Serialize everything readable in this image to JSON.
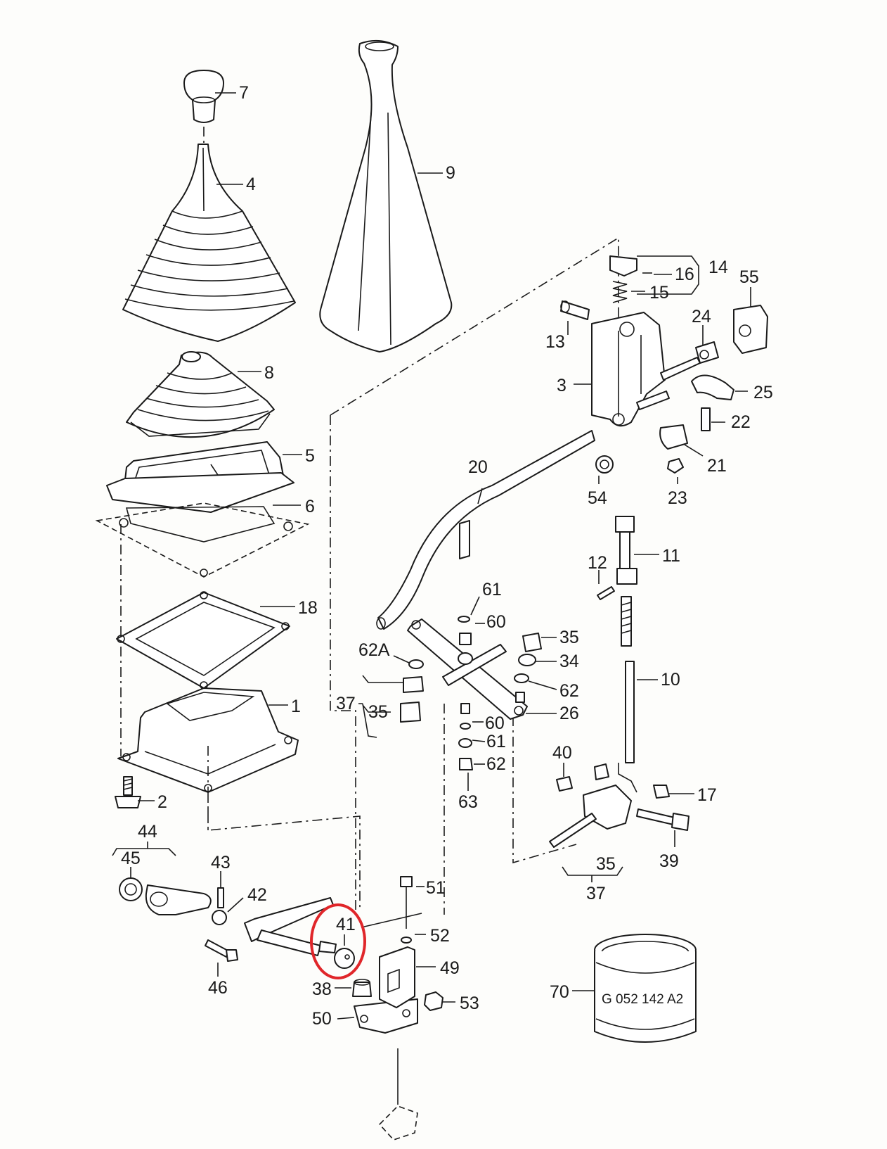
{
  "part_numbers": {
    "p7": "7",
    "p4": "4",
    "p9": "9",
    "p8": "8",
    "p5": "5",
    "p6": "6",
    "p18": "18",
    "p1": "1",
    "p2": "2",
    "p44": "44",
    "p45": "45",
    "p43": "43",
    "p42": "42",
    "p46": "46",
    "p41": "41",
    "p38": "38",
    "p50": "50",
    "p51": "51",
    "p52": "52",
    "p49": "49",
    "p53": "53",
    "p70": "70",
    "p14": "14",
    "p16": "16",
    "p15": "15",
    "p55": "55",
    "p24": "24",
    "p13": "13",
    "p3": "3",
    "p25": "25",
    "p22": "22",
    "p21": "21",
    "p54": "54",
    "p23": "23",
    "p20": "20",
    "p11": "11",
    "p12": "12",
    "p61a": "61",
    "p60a": "60",
    "p62A": "62A",
    "p35a": "35",
    "p34": "34",
    "p62a": "62",
    "p26": "26",
    "p37a": "37",
    "p35b": "35",
    "p60b": "60",
    "p61b": "61",
    "p62b": "62",
    "p63": "63",
    "p10": "10",
    "p40": "40",
    "p17": "17",
    "p39": "39",
    "p35c": "35",
    "p37b": "37"
  },
  "stamp_text": "G 052 142 A2",
  "highlight": {
    "part": "41",
    "color": "#e0262a"
  }
}
